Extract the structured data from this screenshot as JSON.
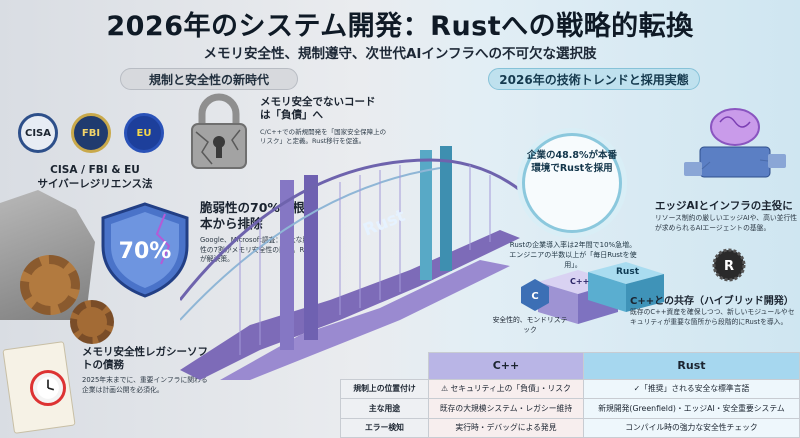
{
  "header": {
    "title": "2026年のシステム開発：Rustへの戦略的転換",
    "subtitle": "メモリ安全性、規制遵守、次世代AIインフラへの不可欠な選択肢"
  },
  "left_section": {
    "label": "規制と安全性の新時代",
    "seals": [
      "CISA",
      "FBI",
      "EU"
    ],
    "cisa_title": "CISA / FBI & EU",
    "cisa_sub": "サイバーレジリエンス法",
    "memory": {
      "title": "メモリ安全でないコードは「負債」へ",
      "body": "C/C++での新規開発を「国家安全保障上のリスク」と定義。Rust移行を促進。"
    },
    "vuln": {
      "title": "脆弱性の70%を根本から排除",
      "body": "Google、Microsoft調査：重大な脆弱性の7割がメモリ安全性の問題。Rustが解決策。",
      "shield_value": "70%"
    },
    "debt": {
      "title": "メモリ安全性レガシーソフトの債務",
      "body": "2025年末までに、重要インフラに関わる企業は計画公開を必須化。"
    }
  },
  "right_section": {
    "label": "2026年の技術トレンドと採用実態",
    "bridge_label": "Rust",
    "adoption": {
      "circle": "企業の48.8%が本番環境でRustを採用",
      "body": "Rustの企業導入率は2年間で10%急増。エンジニアの半数以上が「毎日Rustを使用」。"
    },
    "edge": {
      "title": "エッジAIとインフラの主役に",
      "body": "リソース制約の厳しいエッジAIや、高い並行性が求められるAIエージェントの基盤。"
    },
    "stack": {
      "cpp_block": "C++",
      "rust_block": "Rust",
      "cpp_note": "安全性的、モンドリステック"
    },
    "coexist": {
      "title": "C++との共存（ハイブリッド開発）",
      "body": "既存のC++資産を確保しつつ、新しいモジュールやセキュリティが重要な箇所から段階的にRustを導入。"
    }
  },
  "table": {
    "header_cpp": "C++",
    "header_rust": "Rust",
    "rows": [
      {
        "label": "規制上の位置付け",
        "cpp": "⚠ セキュリティ上の「負債」・リスク",
        "rust": "✓「推奨」される安全な標準言語"
      },
      {
        "label": "主な用途",
        "cpp": "既存の大規模システム・レガシー維持",
        "rust": "新規開発(Greenfield)・エッジAI・安全重要システム"
      },
      {
        "label": "エラー検知",
        "cpp": "実行時・デバッグによる発見",
        "rust": "コンパイル時の強力な安全性チェック"
      }
    ]
  },
  "colors": {
    "cpp_header": "#b9b5e6",
    "rust_header": "#a6d7ef",
    "warning": "#d33333",
    "ok": "#2e8b57"
  }
}
